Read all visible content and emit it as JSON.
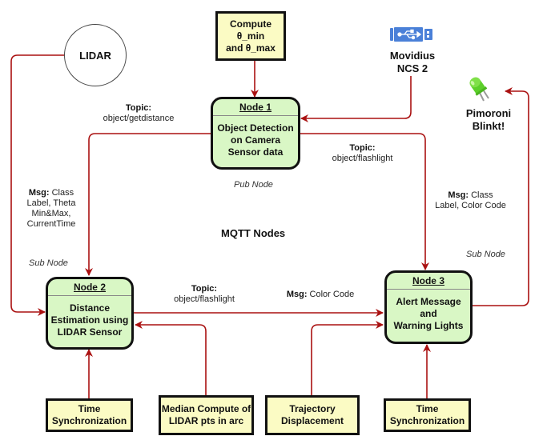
{
  "diagram": {
    "title": "MQTT Nodes",
    "wire_color": "#a11",
    "node_fill": "#d9f7c5",
    "box_fill": "#fbfbc4",
    "devices": {
      "lidar": {
        "label": "LIDAR",
        "icon": "circle"
      },
      "movidius": {
        "label_line1": "Movidius",
        "label_line2": "NCS 2",
        "icon": "usb-stick-icon"
      },
      "pimoroni": {
        "label_line1": "Pimoroni",
        "label_line2": "Blinkt!",
        "icon": "led-icon"
      }
    },
    "boxes": {
      "compute_theta": {
        "line1": "Compute θ_min",
        "line2": "and θ_max"
      },
      "time_sync_left": {
        "line1": "Time",
        "line2": "Synchronization"
      },
      "median_compute": {
        "line1": "Median Compute of",
        "line2": "LIDAR pts in arc"
      },
      "trajectory": {
        "line1": "Trajectory",
        "line2": "Displacement"
      },
      "time_sync_right": {
        "line1": "Time",
        "line2": "Synchronization"
      }
    },
    "nodes": {
      "node1": {
        "title": "Node 1",
        "line1": "Object Detection",
        "line2": "on Camera",
        "line3": "Sensor data",
        "role": "Pub Node"
      },
      "node2": {
        "title": "Node 2",
        "line1": "Distance",
        "line2": "Estimation using",
        "line3": "LIDAR Sensor",
        "role": "Sub Node"
      },
      "node3": {
        "title": "Node 3",
        "line1": "Alert Message",
        "line2": "and",
        "line3": "Warning Lights",
        "role": "Sub Node"
      }
    },
    "edge_labels": {
      "topic_getdistance": {
        "key": "Topic:",
        "value": "object/getdistance"
      },
      "topic_flashlight_1": {
        "key": "Topic:",
        "value": "object/flashlight"
      },
      "topic_flashlight_2": {
        "key": "Topic:",
        "value": "object/flashlight"
      },
      "msg_node2": {
        "key": "Msg:",
        "v1": "Class",
        "v2": "Label, Theta",
        "v3": "Min&Max,",
        "v4": "CurrentTime"
      },
      "msg_node3": {
        "key": "Msg:",
        "v1": "Class",
        "v2": "Label, Color Code"
      },
      "msg_color": {
        "key": "Msg:",
        "value": "Color Code"
      }
    }
  }
}
